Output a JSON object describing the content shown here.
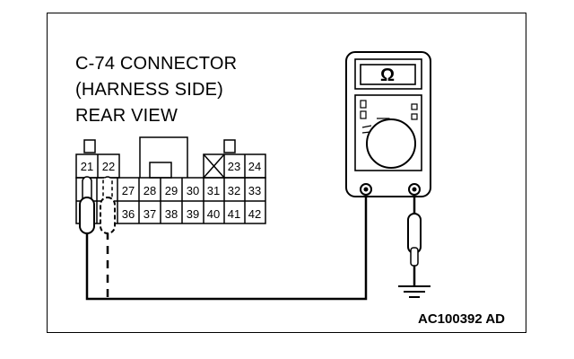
{
  "title_lines": [
    "C-74 CONNECTOR",
    "(HARNESS SIDE)",
    "REAR VIEW"
  ],
  "reference_code": "AC100392 AD",
  "connector": {
    "top_row_left": [
      "21",
      "22"
    ],
    "top_row_right": [
      "23",
      "24"
    ],
    "middle_row": [
      "27",
      "28",
      "29",
      "30",
      "31",
      "32",
      "33"
    ],
    "bottom_row": [
      "36",
      "37",
      "38",
      "39",
      "40",
      "41",
      "42"
    ]
  },
  "meter": {
    "unit_symbol": "Ω"
  },
  "icons": [
    "ohmmeter-icon",
    "ground-icon",
    "test-probe-icon"
  ]
}
